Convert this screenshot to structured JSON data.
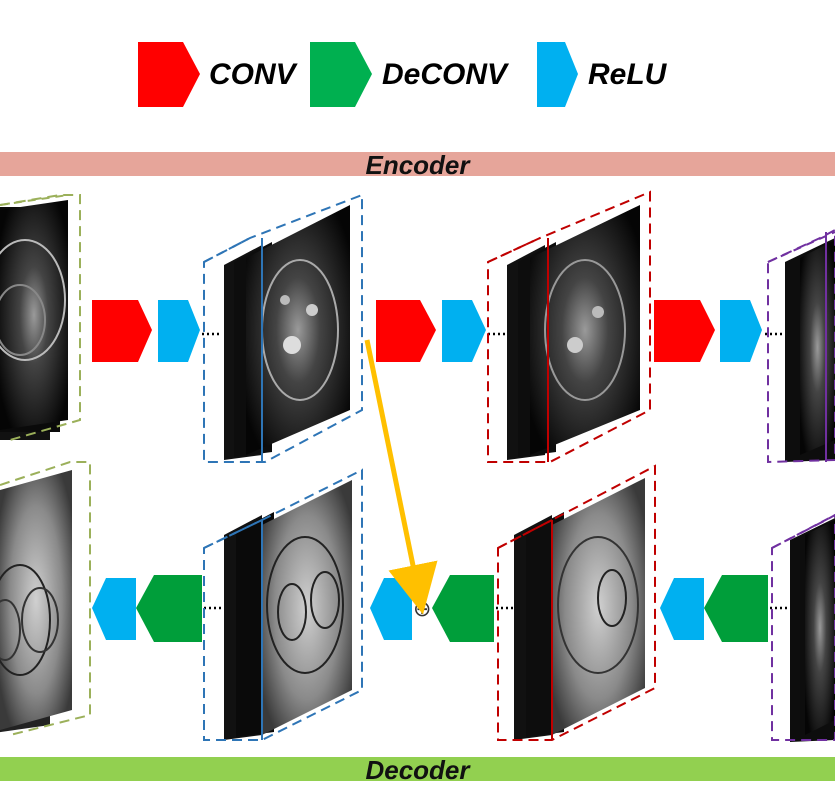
{
  "legend": {
    "items": [
      {
        "label": "CONV",
        "icon": "conv-block-icon",
        "color": "#ff0000"
      },
      {
        "label": "DeCONV",
        "icon": "deconv-block-icon",
        "color": "#00b050"
      },
      {
        "label": "ReLU",
        "icon": "relu-block-icon",
        "color": "#00b0f0"
      }
    ]
  },
  "encoder": {
    "label": "Encoder",
    "color": "#e6a59a"
  },
  "decoder": {
    "label": "Decoder",
    "color": "#92d050"
  },
  "colors": {
    "conv": "#ff0000",
    "deconv": "#009e3a",
    "relu": "#00b0f0",
    "skip": "#ffc000",
    "stage1": "#9bb05a",
    "stage2": "#2e75b6",
    "stage3": "#c00000",
    "stage4": "#7030a0"
  },
  "skip_connection": {
    "symbol": "⊕"
  }
}
